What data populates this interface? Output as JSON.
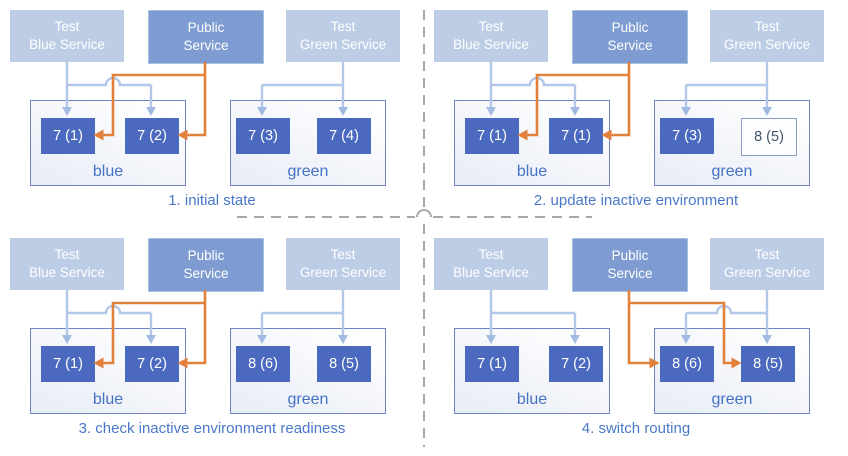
{
  "title": "blue-green deployment states",
  "colors": {
    "service_light_fill": "#bdcde6",
    "service_public_fill": "#7e9cd1",
    "pod_fill": "#4b69be",
    "pod_outline_border": "#8c9cc0",
    "pod_outline_text": "#44546a",
    "env_border": "#6b86c8",
    "env_label_text": "#4472c4",
    "caption_text": "#4a78c8",
    "arrow_light_blue": "#b3c7e8",
    "arrow_orange": "#e2813c",
    "divider_gray": "#a8a8a8"
  },
  "panels": [
    {
      "caption": "1. initial state",
      "public_routes_to": "blue",
      "services": [
        {
          "lines": [
            "Test",
            "Blue Service"
          ]
        },
        {
          "lines": [
            "Public",
            "Service"
          ]
        },
        {
          "lines": [
            "Test",
            "Green Service"
          ]
        }
      ],
      "environments": [
        {
          "label": "blue",
          "pods": [
            {
              "text": "7 (1)"
            },
            {
              "text": "7 (2)"
            }
          ]
        },
        {
          "label": "green",
          "pods": [
            {
              "text": "7 (3)"
            },
            {
              "text": "7 (4)"
            }
          ]
        }
      ]
    },
    {
      "caption": "2. update inactive environment",
      "public_routes_to": "blue",
      "services": [
        {
          "lines": [
            "Test",
            "Blue Service"
          ]
        },
        {
          "lines": [
            "Public",
            "Service"
          ]
        },
        {
          "lines": [
            "Test",
            "Green Service"
          ]
        }
      ],
      "environments": [
        {
          "label": "blue",
          "pods": [
            {
              "text": "7 (1)"
            },
            {
              "text": "7 (1)"
            }
          ]
        },
        {
          "label": "green",
          "pods": [
            {
              "text": "7 (3)"
            },
            {
              "text": "8 (5)",
              "outlined": true
            }
          ]
        }
      ]
    },
    {
      "caption": "3. check inactive environment readiness",
      "public_routes_to": "blue",
      "services": [
        {
          "lines": [
            "Test",
            "Blue Service"
          ]
        },
        {
          "lines": [
            "Public",
            "Service"
          ]
        },
        {
          "lines": [
            "Test",
            "Green Service"
          ]
        }
      ],
      "environments": [
        {
          "label": "blue",
          "pods": [
            {
              "text": "7 (1)"
            },
            {
              "text": "7 (2)"
            }
          ]
        },
        {
          "label": "green",
          "pods": [
            {
              "text": "8 (6)"
            },
            {
              "text": "8 (5)"
            }
          ]
        }
      ]
    },
    {
      "caption": "4. switch routing",
      "public_routes_to": "green",
      "services": [
        {
          "lines": [
            "Test",
            "Blue Service"
          ]
        },
        {
          "lines": [
            "Public",
            "Service"
          ]
        },
        {
          "lines": [
            "Test",
            "Green Service"
          ]
        }
      ],
      "environments": [
        {
          "label": "blue",
          "pods": [
            {
              "text": "7 (1)"
            },
            {
              "text": "7 (2)"
            }
          ]
        },
        {
          "label": "green",
          "pods": [
            {
              "text": "8 (6)"
            },
            {
              "text": "8 (5)"
            }
          ]
        }
      ]
    }
  ]
}
